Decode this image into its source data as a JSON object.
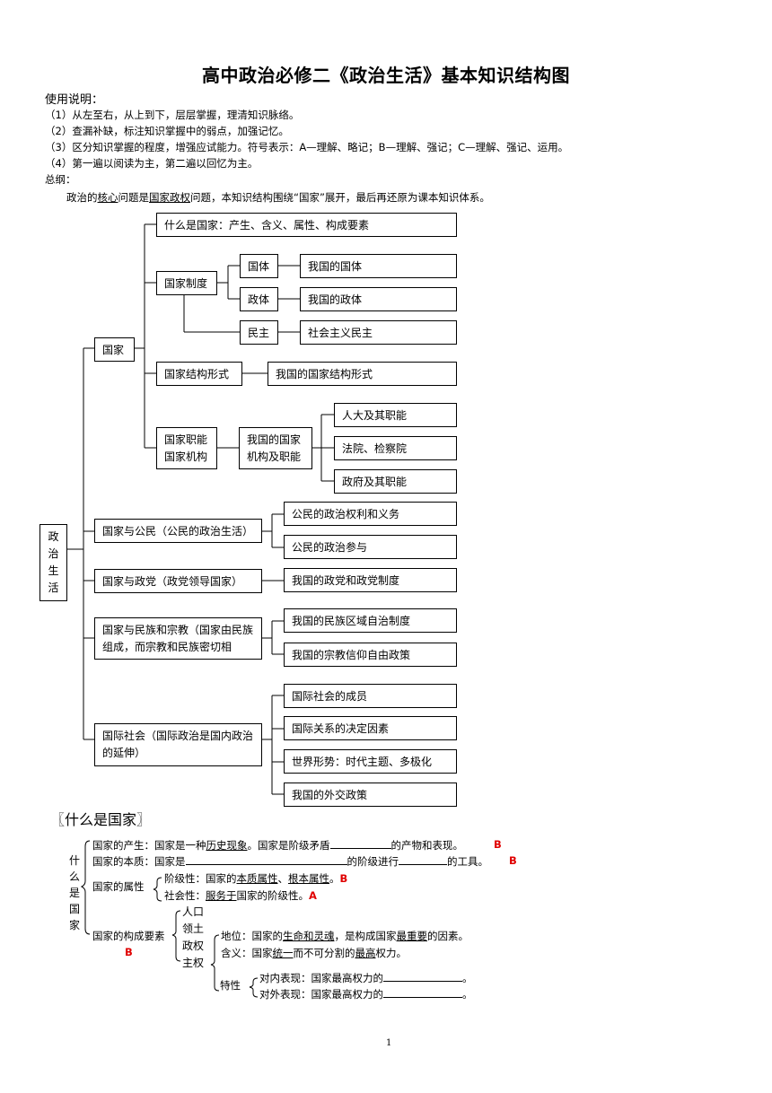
{
  "title": "高中政治必修二《政治生活》基本知识结构图",
  "usage": {
    "heading": "使用说明：",
    "items": [
      "（1）从左至右，从上到下，层层掌握，理清知识脉络。",
      "（2）查漏补缺，标注知识掌握中的弱点，加强记忆。",
      "（3）区分知识掌握的程度，增强应试能力。符号表示：A—理解、略记；B—理解、强记；C—理解、强记、运用。",
      "（4）第一遍以阅读为主，第二遍以回忆为主。"
    ]
  },
  "outline": {
    "heading": "总纲：",
    "p1": "政治的",
    "p2": "核心",
    "p3": "问题是",
    "p4": "国家政权",
    "p5": "问题，本知识结构围绕“国家”展开，最后再还原为课本知识体系。"
  },
  "tree": {
    "root": [
      "政",
      "治",
      "生",
      "活"
    ],
    "guojia": "国家",
    "what": "什么是国家：产生、含义、属性、构成要素",
    "zhidu": "国家制度",
    "guoti": "国体",
    "guoti_r": "我国的国体",
    "zhengti": "政体",
    "zhengti_r": "我国的政体",
    "minzhu": "民主",
    "minzhu_r": "社会主义民主",
    "jiegou": "国家结构形式",
    "jiegou_r": "我国的国家结构形式",
    "zhineng1": "国家职能",
    "zhineng2": "国家机构",
    "jigou1": "我国的国家",
    "jigou2": "机构及职能",
    "renda": "人大及其职能",
    "fayuan": "法院、检察院",
    "zhengfu": "政府及其职能",
    "gongmin": "国家与公民（公民的政治生活）",
    "gm1": "公民的政治权利和义务",
    "gm2": "公民的政治参与",
    "zhengdang": "国家与政党（政党领导国家）",
    "zd1": "我国的政党和政党制度",
    "minzu": "国家与民族和宗教（国家由民族组成，而宗教和民族密切相",
    "mz1": "我国的民族区域自治制度",
    "mz2": "我国的宗教信仰自由政策",
    "guoji": "国际社会（国际政治是国内政治的延伸）",
    "gj1": "国际社会的成员",
    "gj2": "国际关系的决定因素",
    "gj3": "世界形势：时代主题、多极化",
    "gj4": "我国的外交政策"
  },
  "section": {
    "heading": "〖什么是国家〗",
    "side": [
      "什",
      "么",
      "是",
      "国",
      "家"
    ],
    "chansheng_a": "国家的产生：国家是一种",
    "chansheng_u": "历史现象",
    "chansheng_b": "。国家是阶级矛盾",
    "chansheng_c": "的产物和表现。",
    "benzhi_a": "国家的本质：国家是",
    "benzhi_b": "的阶级进行",
    "benzhi_c": "的工具。",
    "shuxing": "国家的属性",
    "jiejixing_a": "阶级性：国家的",
    "jiejixing_u1": "本质属性",
    "jiejixing_sep": "、",
    "jiejixing_u2": "根本属性",
    "jiejixing_end": "。",
    "shehuixing_a": "社会性：",
    "shehuixing_u": "服务于",
    "shehuixing_b": "国家的阶级性。",
    "yaosu": "国家的构成要素",
    "elements": [
      "人口",
      "领土",
      "政权",
      "主权"
    ],
    "diwei_a": "地位：国家的",
    "diwei_u1": "生命和灵魂",
    "diwei_b": "，是构成国家",
    "diwei_u2": "最重要",
    "diwei_c": "的因素。",
    "hanyi_a": "含义：国家",
    "hanyi_u1": "统一",
    "hanyi_b": "而不可分割的",
    "hanyi_u2": "最高",
    "hanyi_c": "权力。",
    "texing": "特性",
    "duinei": "对内表现：国家最高权力的",
    "duiwai": "对外表现：国家最高权力的",
    "period": "。",
    "marks": {
      "b1": "B",
      "b2": "B",
      "b3": "B",
      "a1": "A",
      "b4": "B"
    }
  },
  "page_number": "1"
}
